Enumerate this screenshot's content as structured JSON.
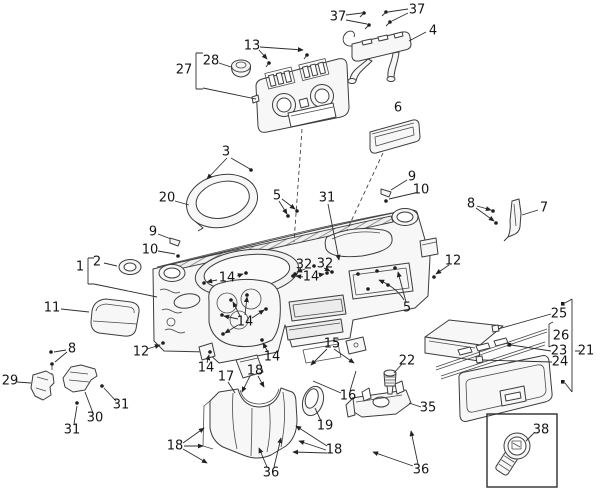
{
  "diagram": {
    "kind": "exploded-parts-diagram",
    "colors": {
      "background": "#ffffff",
      "line": "#3c3c3c",
      "label": "#151515",
      "part_fill": "#f7f7f7",
      "fastener": "#1d1d1d"
    }
  },
  "callouts": [
    "37",
    "37",
    "4",
    "13",
    "27",
    "28",
    "6",
    "3",
    "20",
    "9",
    "10",
    "5",
    "31",
    "9",
    "10",
    "8",
    "7",
    "12",
    "2",
    "1",
    "11",
    "14",
    "32",
    "32",
    "14",
    "14",
    "8",
    "12",
    "5",
    "25",
    "26",
    "23",
    "24",
    "21",
    "15",
    "16",
    "22",
    "35",
    "29",
    "30",
    "31",
    "31",
    "14",
    "14",
    "17",
    "18",
    "18",
    "18",
    "19",
    "36",
    "36",
    "38"
  ]
}
